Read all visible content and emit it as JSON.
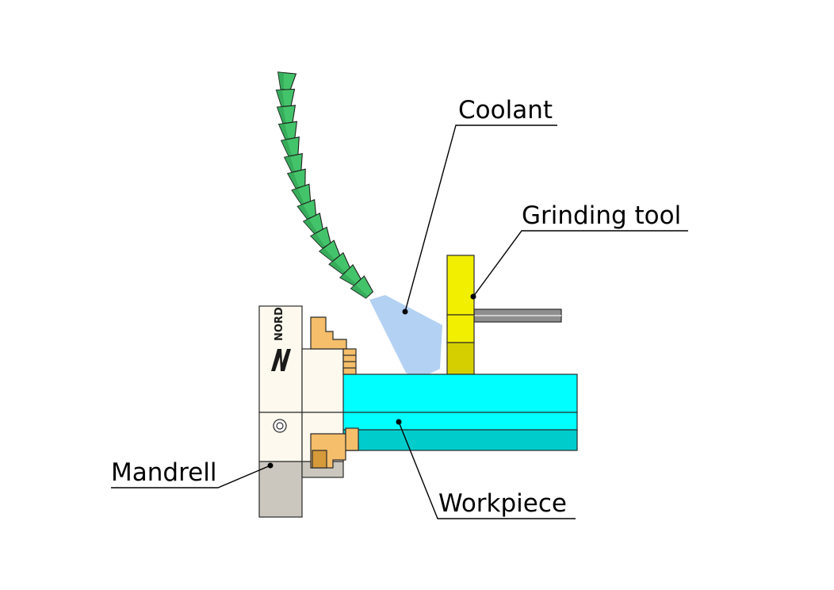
{
  "labels": {
    "coolant": "Coolant",
    "grinding_tool": "Grinding tool",
    "mandrell": "Mandrell",
    "workpiece": "Workpiece"
  },
  "logo_text": "NORD",
  "colors": {
    "nozzle": "#44c46a",
    "nozzle_dark": "#2e9a50",
    "coolant_spray": "#b3d1f2",
    "grinding_tool": "#f2ef00",
    "grinding_tool_dark": "#d6cf00",
    "workpiece": "#00ffff",
    "workpiece_dark": "#00cccc",
    "mandrell": "#fdf9ee",
    "mandrell_shade": "#cbc7bf",
    "jaw": "#f5be6a",
    "jaw_dark": "#d69a3a",
    "shaft": "#8e8e8e"
  }
}
